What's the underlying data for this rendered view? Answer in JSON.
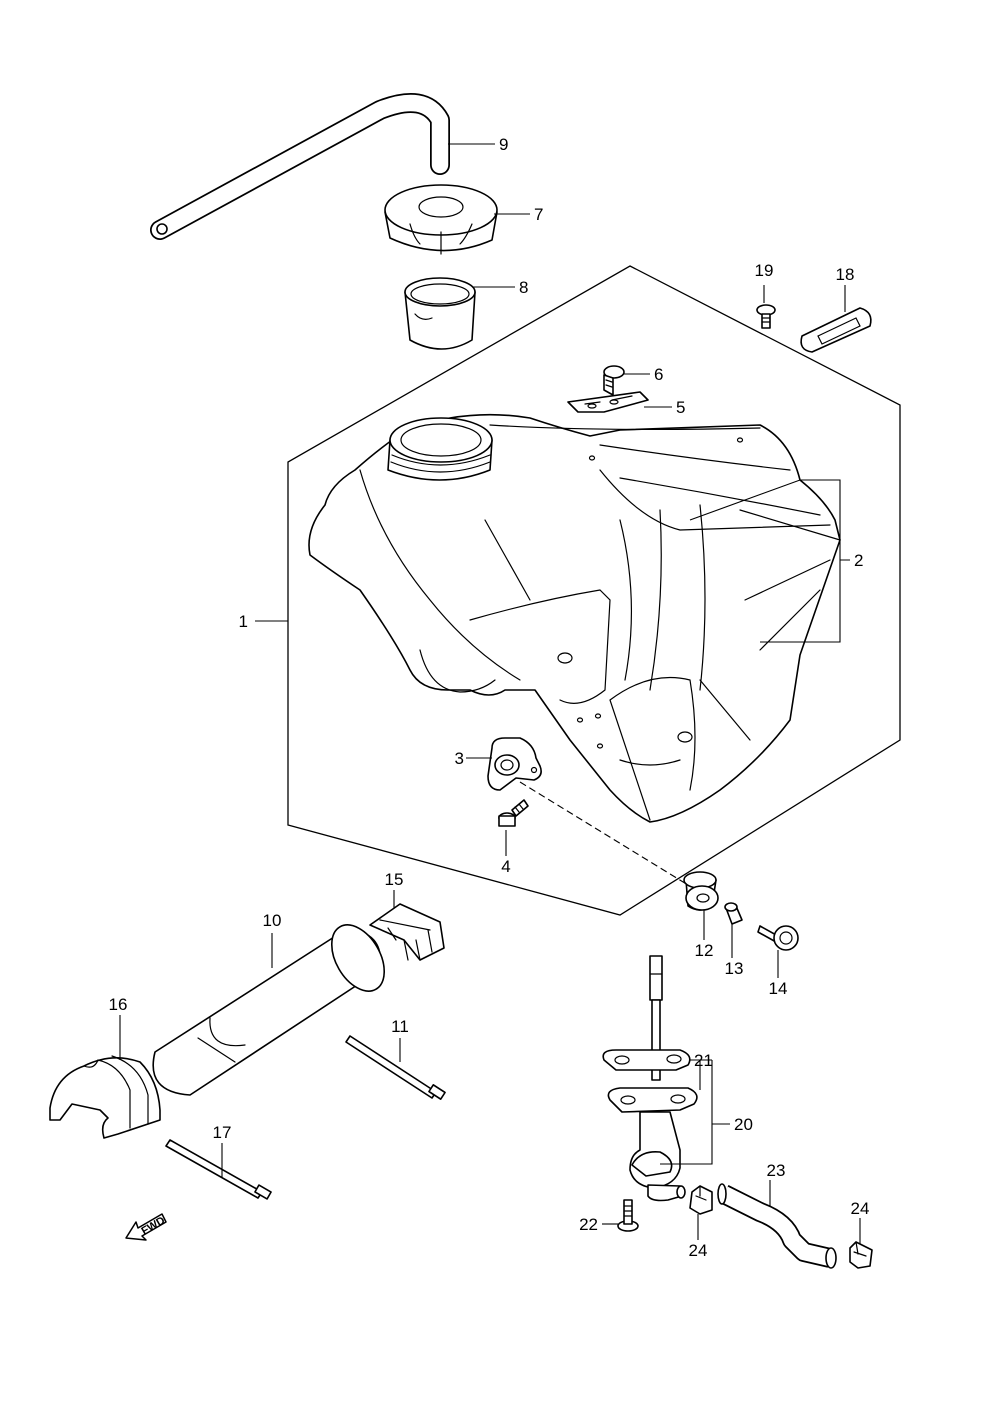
{
  "diagram": {
    "callouts": {
      "c1": "1",
      "c2": "2",
      "c3": "3",
      "c4": "4",
      "c5": "5",
      "c6": "6",
      "c7": "7",
      "c8": "8",
      "c9": "9",
      "c10": "10",
      "c11": "11",
      "c12": "12",
      "c13": "13",
      "c14": "14",
      "c15": "15",
      "c16": "16",
      "c17": "17",
      "c18": "18",
      "c19": "19",
      "c20": "20",
      "c21": "21",
      "c22": "22",
      "c23": "23",
      "c24a": "24",
      "c24b": "24"
    },
    "fwd_label": "FWD"
  },
  "colors": {
    "line": "#000000",
    "background": "#ffffff"
  }
}
